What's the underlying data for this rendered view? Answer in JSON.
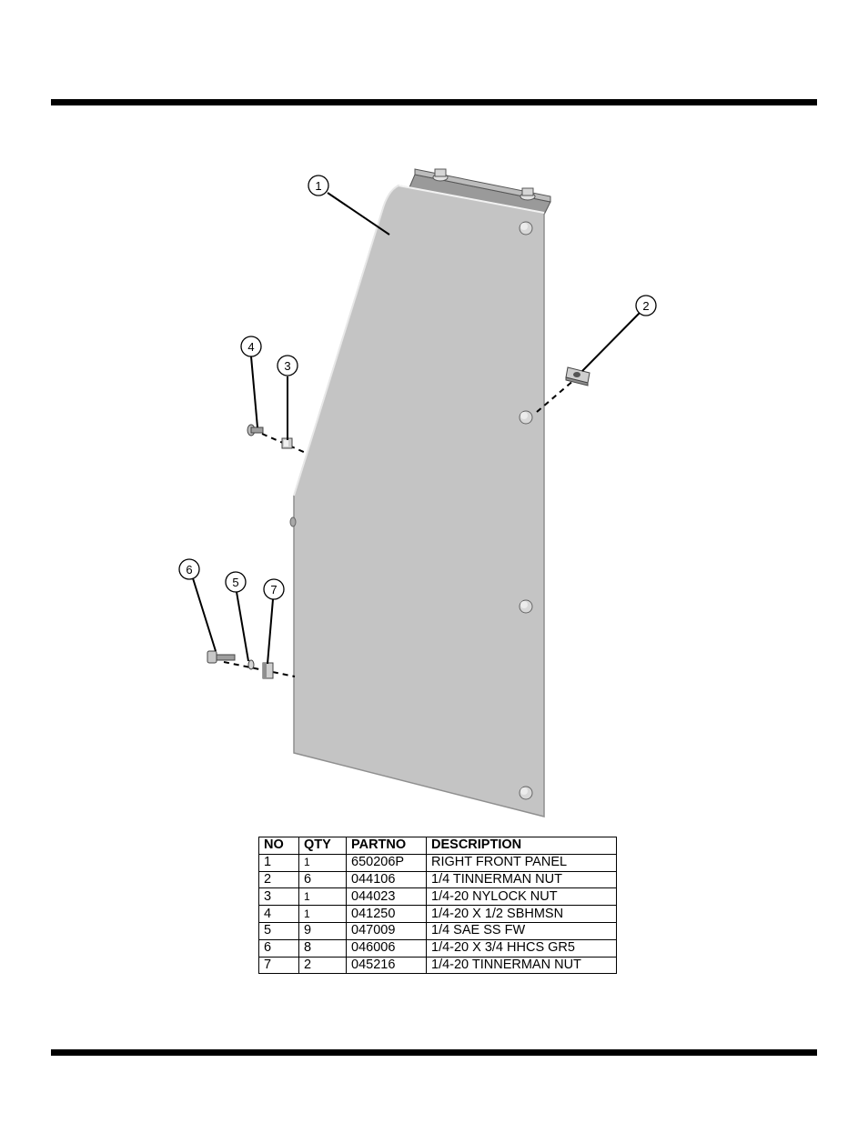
{
  "callouts": [
    "1",
    "2",
    "3",
    "4",
    "5",
    "6",
    "7"
  ],
  "parts_table": {
    "headers": [
      "NO",
      "QTY",
      "PARTNO",
      "DESCRIPTION"
    ],
    "rows": [
      {
        "no": "1",
        "qty": "1",
        "partno": "650206P",
        "description": "RIGHT FRONT PANEL"
      },
      {
        "no": "2",
        "qty": "6",
        "partno": "044106",
        "description": "1/4 TINNERMAN NUT"
      },
      {
        "no": "3",
        "qty": "1",
        "partno": "044023",
        "description": "1/4-20 NYLOCK NUT"
      },
      {
        "no": "4",
        "qty": "1",
        "partno": "041250",
        "description": "1/4-20 X 1/2 SBHMSN"
      },
      {
        "no": "5",
        "qty": "9",
        "partno": "047009",
        "description": "1/4 SAE SS FW"
      },
      {
        "no": "6",
        "qty": "8",
        "partno": "046006",
        "description": "1/4-20 X 3/4 HHCS GR5"
      },
      {
        "no": "7",
        "qty": "2",
        "partno": "045216",
        "description": "1/4-20 TINNERMAN NUT"
      }
    ]
  },
  "colors": {
    "panel": "#c4c4c4",
    "panel_edge": "#8f8f8f",
    "rule": "#000000"
  }
}
